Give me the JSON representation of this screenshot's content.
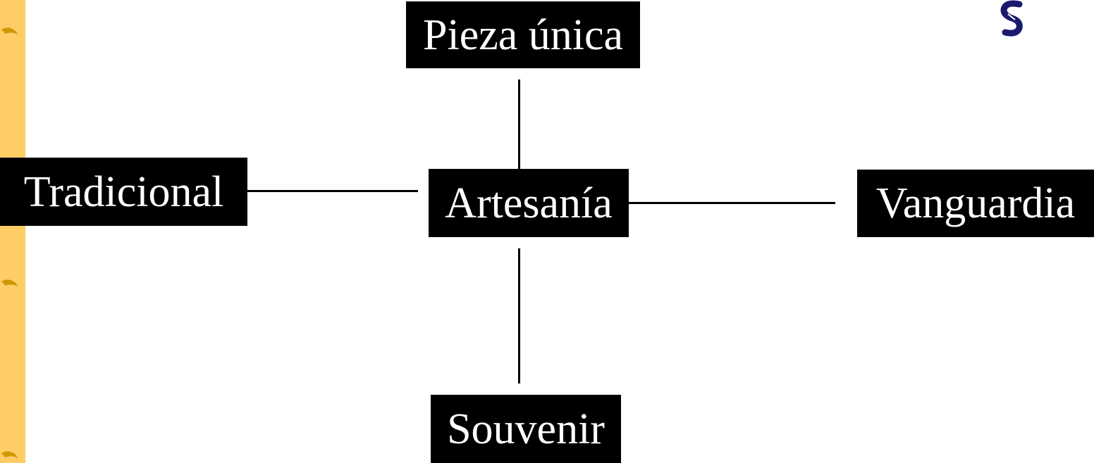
{
  "diagram": {
    "center": "Artesanía",
    "top": "Pieza única",
    "left": "Tradicional",
    "right": "Vanguardia",
    "bottom": "Souvenir"
  },
  "colors": {
    "box_bg": "#000000",
    "box_text": "#ffffff",
    "sidebar": "#ffcc66",
    "bullet": "#cc9900",
    "logo": "#1a1a6e"
  },
  "icons": {
    "bullets": "curved-bullet-icon",
    "logo": "s-logo-icon"
  }
}
